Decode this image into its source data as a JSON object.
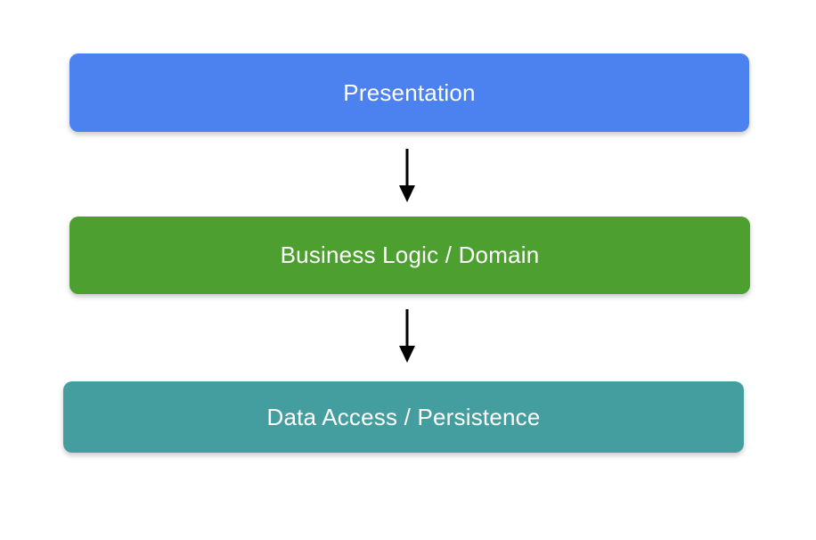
{
  "diagram": {
    "background": "#ffffff",
    "nodes": [
      {
        "label": "Presentation",
        "fill": "#4B82F0",
        "text_color": "#FFFFFF"
      },
      {
        "label": "Business Logic / Domain",
        "fill": "#4DA030",
        "text_color": "#FFFFFF"
      },
      {
        "label": "Data Access / Persistence",
        "fill": "#449D9E",
        "text_color": "#FFFFFF"
      }
    ],
    "connectors": [
      {
        "from": "Presentation",
        "to": "Business Logic / Domain",
        "direction": "down",
        "color": "#000000"
      },
      {
        "from": "Business Logic / Domain",
        "to": "Data Access / Persistence",
        "direction": "down",
        "color": "#000000"
      }
    ]
  }
}
